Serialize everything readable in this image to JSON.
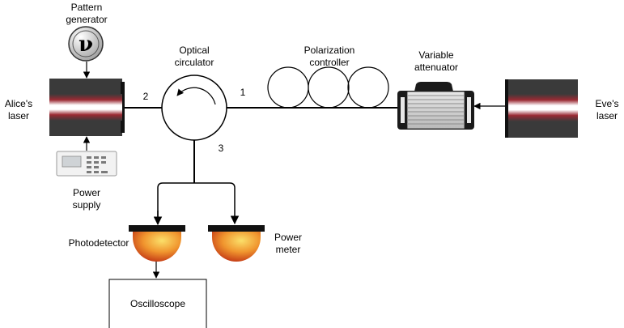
{
  "labels": {
    "pattern_generator": "Pattern\ngenerator",
    "alice_laser": "Alice's\nlaser",
    "power_supply": "Power\nsupply",
    "optical_circulator": "Optical\ncirculator",
    "polarization_controller": "Polarization\ncontroller",
    "variable_attenuator": "Variable\nattenuator",
    "eve_laser": "Eve's\nlaser",
    "photodetector": "Photodetector",
    "power_meter": "Power\nmeter",
    "oscilloscope": "Oscilloscope"
  },
  "ports": {
    "p1": "1",
    "p2": "2",
    "p3": "3"
  },
  "pattern_generator_symbol": "ν",
  "colors": {
    "laser_body": "#3a3a3a",
    "laser_stripe": "#d84a56",
    "detector_inner": "#f4c64a",
    "detector_outer": "#c8281a",
    "line": "#000000"
  },
  "icons": {
    "pattern_generator": "wave-generator-icon",
    "power_supply": "power-supply-icon",
    "circulator": "circulator-icon",
    "polarization_controller": "fiber-loops-icon",
    "attenuator": "attenuator-icon",
    "photodetector": "photodetector-icon",
    "power_meter": "power-meter-icon"
  }
}
